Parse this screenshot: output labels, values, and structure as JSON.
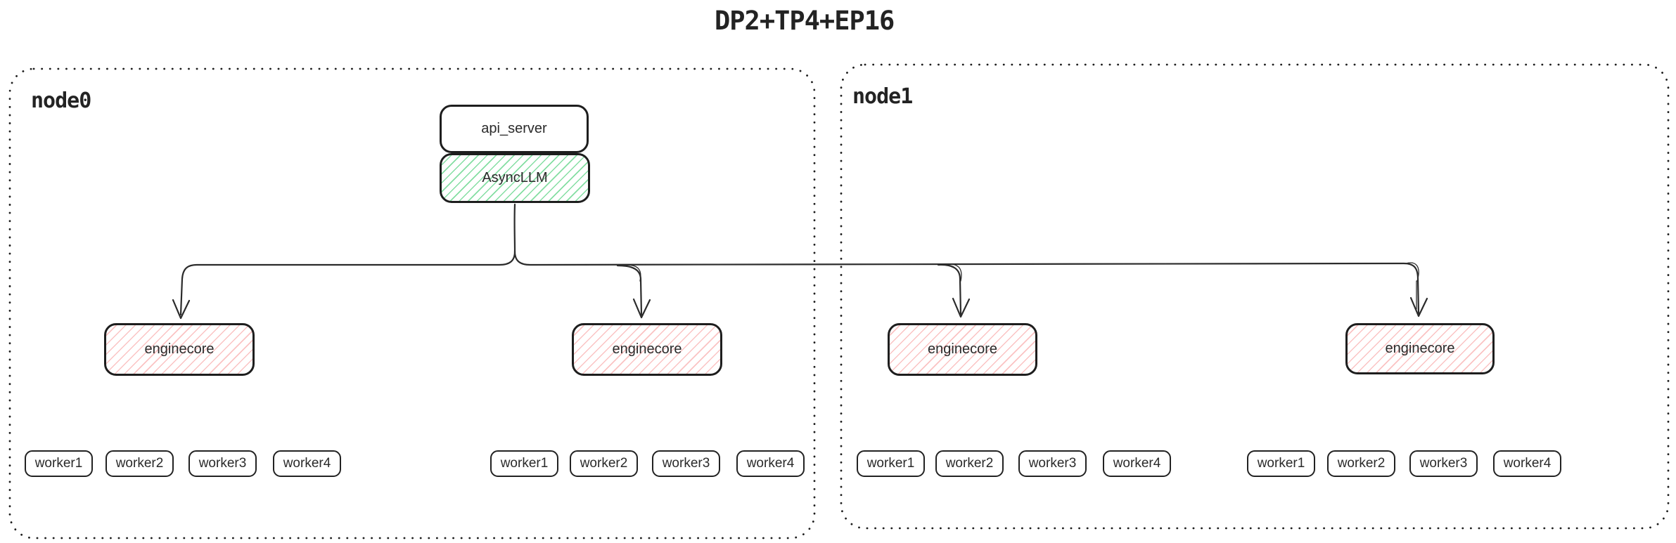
{
  "title": "DP2+TP4+EP16",
  "colors": {
    "ink": "#1e1e1e",
    "connector": "#2b2b2b",
    "green_hatch": "#8fe3a8",
    "red_hatch": "#f7b0b0",
    "background": "#ffffff"
  },
  "node0": {
    "label": "node0",
    "api_server_label": "api_server",
    "asyncllm_label": "AsyncLLM",
    "enginecores": [
      "enginecore",
      "enginecore"
    ],
    "worker_groups": [
      [
        "worker1",
        "worker2",
        "worker3",
        "worker4"
      ],
      [
        "worker1",
        "worker2",
        "worker3",
        "worker4"
      ]
    ]
  },
  "node1": {
    "label": "node1",
    "enginecores": [
      "enginecore",
      "enginecore"
    ],
    "worker_groups": [
      [
        "worker1",
        "worker2",
        "worker3",
        "worker4"
      ],
      [
        "worker1",
        "worker2",
        "worker3",
        "worker4"
      ]
    ]
  }
}
